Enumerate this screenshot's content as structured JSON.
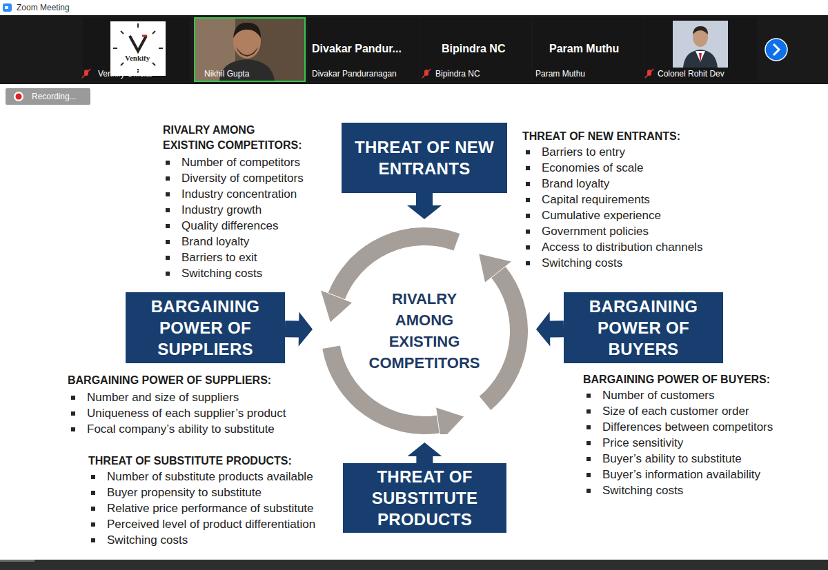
{
  "diagram": {
    "nodes": [
      {
        "text": [
          "THREAT OF NEW ENTRANTS"
        ]
      },
      {
        "text": [
          "BARGAINING POWER OF SUPPLIERS"
        ]
      },
      {
        "text": [
          "RIVALRY AMONG EXISTING COMPETITORS"
        ]
      },
      {
        "text": [
          "BARGAINING POWER OF BUYERS"
        ]
      },
      {
        "text": [
          "THREAT OF SUBSTITUTE PRODUCTS"
        ]
      }
    ],
    "edges": [
      {
        "from": 0,
        "to": 2,
        "arrow": "to"
      },
      {
        "from": 1,
        "to": 2,
        "arrow": "to"
      },
      {
        "from": 3,
        "to": 2,
        "arrow": "to"
      },
      {
        "from": 4,
        "to": 2,
        "arrow": "to"
      }
    ],
    "labels": [
      "Zoom Meeting",
      "Venkify",
      "Venkify Official",
      "Nikhil Gupta",
      "Divakar Pandur...",
      "Divakar Panduranagan",
      "Bipindra NC",
      "Bipindra NC",
      "Param Muthu",
      "Param Muthu",
      "Colonel Rohit Dev",
      "Recording...",
      "RIVALRY AMONG EXISTING COMPETITORS:",
      "Number of competitors",
      "Diversity of competitors",
      "Industry concentration",
      "Industry growth",
      "Quality differences",
      "Brand loyalty",
      "Barriers to exit",
      "Switching costs",
      "THREAT OF NEW ENTRANTS:",
      "Barriers to entry",
      "Economies of scale",
      "Brand loyalty",
      "Capital requirements",
      "Cumulative experience",
      "Government policies",
      "Access to distribution channels",
      "Switching costs",
      "BARGAINING POWER OF SUPPLIERS:",
      "Number and size of suppliers",
      "Uniqueness of each supplier’s product",
      "Focal company’s ability to substitute",
      "THREAT OF SUBSTITUTE PRODUCTS:",
      "Number of substitute products available",
      "Buyer propensity to substitute",
      "Relative price performance of substitute",
      "Perceived level of product differentiation",
      "Switching costs",
      "BARGAINING POWER OF BUYERS:",
      "Number of customers",
      "Size of each customer order",
      "Differences between competitors",
      "Price sensitivity",
      "Buyer’s ability to substitute",
      "Buyer’s information availability",
      "Switching costs"
    ]
  }
}
